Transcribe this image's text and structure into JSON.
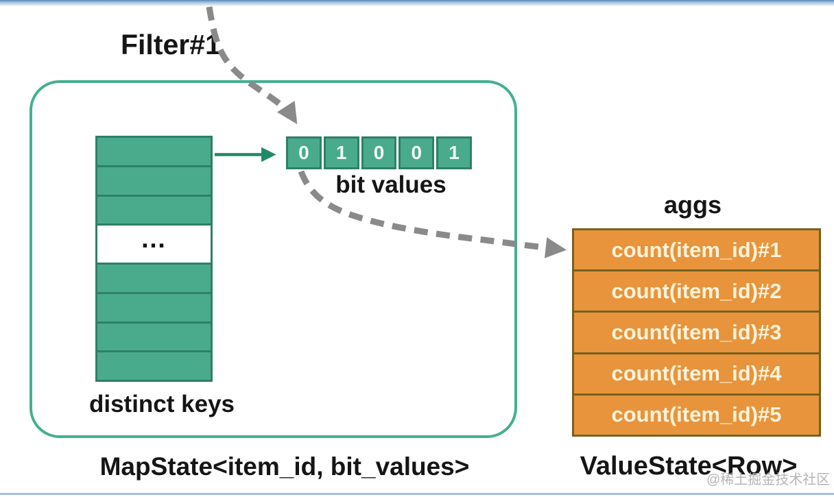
{
  "colors": {
    "teal_fill": "#4aaa8c",
    "teal_border": "#2e7f66",
    "container_border": "#44b091",
    "teal_arrow": "#1f8a68",
    "orange_fill": "#e8943c",
    "orange_border": "#75611e",
    "orange_text": "#fcf3da",
    "bit_text": "#eefaf4",
    "dash_gray": "#8a8a8a",
    "text_black": "#151515",
    "watermark_gray": "#b5b5b5",
    "topbar_blue": "#5186b6",
    "bottom_line": "#a9bddb"
  },
  "filter": {
    "label": "Filter#1"
  },
  "map_state": {
    "caption": "MapState<item_id, bit_values>",
    "distinct_keys_label": "distinct keys",
    "ellipsis": "…",
    "key_rows": [
      "filled",
      "filled",
      "filled",
      "ellipsis",
      "filled",
      "filled",
      "filled",
      "filled"
    ],
    "bits": [
      "0",
      "1",
      "0",
      "0",
      "1"
    ],
    "bits_label": "bit values"
  },
  "value_state": {
    "caption": "ValueState<Row>",
    "aggs_label": "aggs",
    "agg_rows": [
      "count(item_id)#1",
      "count(item_id)#2",
      "count(item_id)#3",
      "count(item_id)#4",
      "count(item_id)#5"
    ]
  },
  "watermark": {
    "text": "@稀土掘金技术社区"
  }
}
